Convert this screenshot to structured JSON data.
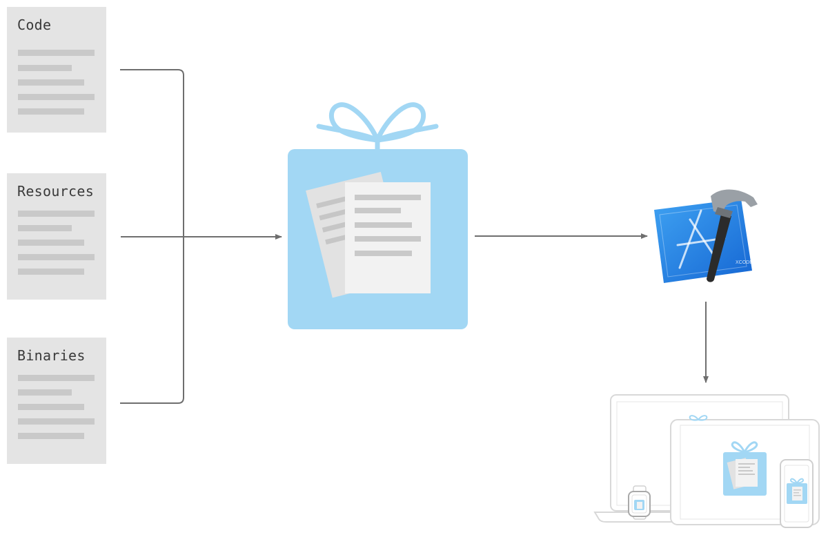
{
  "sources": [
    {
      "label": "Code"
    },
    {
      "label": "Resources"
    },
    {
      "label": "Binaries"
    }
  ],
  "icons": {
    "package": "package-gift-icon",
    "xcode": "xcode-icon",
    "devices": "apple-devices-icon"
  },
  "colors": {
    "package_blue": "#a2d7f4",
    "ribbon_blue": "#a2d7f4",
    "doc_gray": "#e4e4e4",
    "line_gray": "#c9c9c9",
    "arrow_gray": "#6e6e6e",
    "xcode_blue": "#1e88e5"
  },
  "xcode_badge": "XCODE"
}
